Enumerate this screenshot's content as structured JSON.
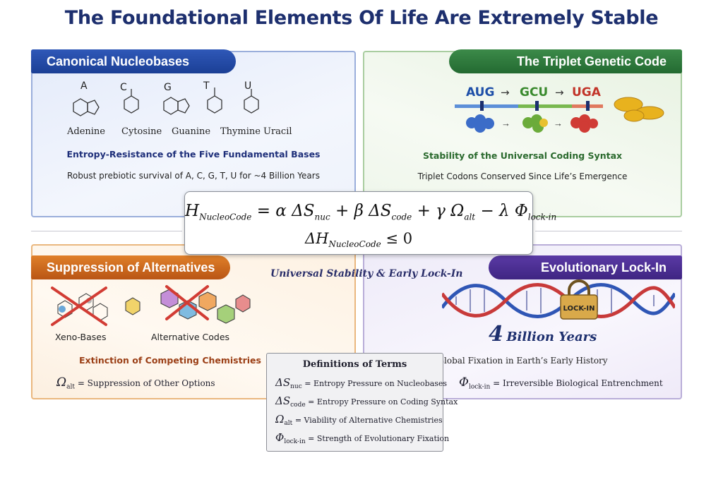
{
  "title": "The Foundational Elements Of Life Are Extremely Stable",
  "panels": {
    "nucleobases": {
      "header": "Canonical Nucleobases",
      "bases": [
        {
          "letter": "A",
          "name": "Adenine"
        },
        {
          "letter": "C",
          "name": "Cytosine"
        },
        {
          "letter": "G",
          "name": "Guanine"
        },
        {
          "letter": "T",
          "name": "Thymine"
        },
        {
          "letter": "U",
          "name": "Uracil"
        }
      ],
      "subtitle": "Entropy-Resistance of the Five Fundamental Bases",
      "caption": "Robust prebiotic survival of A, C, G, T, U for ~4 Billion Years"
    },
    "code": {
      "header": "The Triplet Genetic Code",
      "codons": [
        "AUG",
        "GCU",
        "UGA"
      ],
      "arrow": "→",
      "subtitle": "Stability of the Universal Coding Syntax",
      "caption": "Triplet Codons Conserved Since Life’s Emergence"
    },
    "alternatives": {
      "header": "Suppression of Alternatives",
      "label_xeno": "Xeno-Bases",
      "label_alt": "Alternative Codes",
      "subtitle": "Extinction of Competing Chemistries",
      "omega_symbol": "Ω",
      "omega_sub": "alt",
      "omega_text": "= Suppression of Other Options"
    },
    "lockin": {
      "header": "Evolutionary Lock-In",
      "lock_label": "LOCK-IN",
      "years_number": "4",
      "years_text": "Billion Years",
      "subtitle": "Global Fixation in Earth’s Early History",
      "phi_symbol": "Φ",
      "phi_sub": "lock-in",
      "phi_text": "= Irreversible Biological Entrenchment"
    }
  },
  "equation": {
    "H": "H",
    "H_sub": "NucleoCode",
    "rhs_1": "= α ΔS",
    "sub_1": "nuc",
    "rhs_2": "+ β ΔS",
    "sub_2": "code",
    "rhs_3": "+ γ Ω",
    "sub_3": "alt",
    "rhs_4": "− λ Φ",
    "sub_4": "lock-in",
    "line2_pre": "ΔH",
    "line2_sub": "NucleoCode",
    "line2_post": "≤ 0"
  },
  "middle_label": "Universal Stability & Early Lock-In",
  "definitions": {
    "title": "Definitions of Terms",
    "rows": [
      {
        "symbol": "ΔS",
        "sub": "nuc",
        "text": "= Entropy Pressure on Nucleobases"
      },
      {
        "symbol": "ΔS",
        "sub": "code",
        "text": "= Entropy Pressure on Coding Syntax"
      },
      {
        "symbol": "Ω",
        "sub": "alt",
        "text": "= Viability of Alternative Chemistries"
      },
      {
        "symbol": "Φ",
        "sub": "lock-in",
        "text": "= Strength of Evolutionary Fixation"
      }
    ]
  },
  "colors": {
    "title": "#1d2f6e",
    "blue_header": "#1b3f95",
    "green_header": "#236a31",
    "orange_header": "#b95514",
    "purple_header": "#3f2582"
  }
}
